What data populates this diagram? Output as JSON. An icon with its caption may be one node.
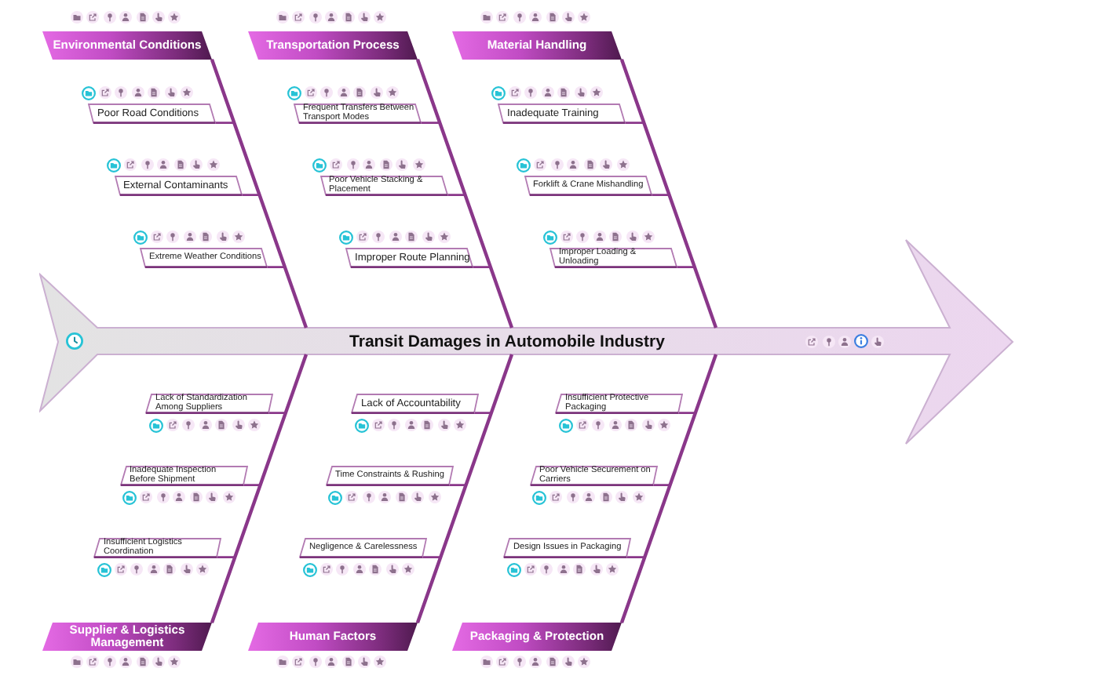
{
  "diagram": {
    "nodes": [
      {
        "text": [
          "Environmental Conditions"
        ]
      },
      {
        "text": [
          "Poor Road Conditions"
        ]
      },
      {
        "text": [
          "External Contaminants"
        ]
      },
      {
        "text": [
          "Extreme Weather Conditions"
        ]
      },
      {
        "text": [
          "Transportation Process"
        ]
      },
      {
        "text": [
          "Frequent Transfers Between Transport Modes"
        ]
      },
      {
        "text": [
          "Poor Vehicle Stacking & Placement"
        ]
      },
      {
        "text": [
          "Improper Route Planning"
        ]
      },
      {
        "text": [
          "Material Handling"
        ]
      },
      {
        "text": [
          "Inadequate Training"
        ]
      },
      {
        "text": [
          "Forklift & Crane Mishandling"
        ]
      },
      {
        "text": [
          "Improper Loading & Unloading"
        ]
      },
      {
        "text": [
          "Transit Damages in Automobile Industry"
        ]
      },
      {
        "text": [
          "Supplier & Logistics Management"
        ]
      },
      {
        "text": [
          "Lack of Standardization Among Suppliers"
        ]
      },
      {
        "text": [
          "Inadequate Inspection Before Shipment"
        ]
      },
      {
        "text": [
          "Insufficient Logistics Coordination"
        ]
      },
      {
        "text": [
          "Human Factors"
        ]
      },
      {
        "text": [
          "Lack of Accountability"
        ]
      },
      {
        "text": [
          "Time Constraints & Rushing"
        ]
      },
      {
        "text": [
          "Negligence & Carelessness"
        ]
      },
      {
        "text": [
          "Packaging & Protection"
        ]
      },
      {
        "text": [
          "Insufficient Protective Packaging"
        ]
      },
      {
        "text": [
          "Poor Vehicle Securement on Carriers"
        ]
      },
      {
        "text": [
          "Design Issues in Packaging"
        ]
      }
    ],
    "edges": [
      {
        "from": 0,
        "to": 12,
        "arrow": "none"
      },
      {
        "from": 1,
        "to": 0,
        "arrow": "none"
      },
      {
        "from": 2,
        "to": 0,
        "arrow": "none"
      },
      {
        "from": 3,
        "to": 0,
        "arrow": "none"
      },
      {
        "from": 4,
        "to": 12,
        "arrow": "none"
      },
      {
        "from": 5,
        "to": 4,
        "arrow": "none"
      },
      {
        "from": 6,
        "to": 4,
        "arrow": "none"
      },
      {
        "from": 7,
        "to": 4,
        "arrow": "none"
      },
      {
        "from": 8,
        "to": 12,
        "arrow": "none"
      },
      {
        "from": 9,
        "to": 8,
        "arrow": "none"
      },
      {
        "from": 10,
        "to": 8,
        "arrow": "none"
      },
      {
        "from": 11,
        "to": 8,
        "arrow": "none"
      },
      {
        "from": 13,
        "to": 12,
        "arrow": "none"
      },
      {
        "from": 14,
        "to": 13,
        "arrow": "none"
      },
      {
        "from": 15,
        "to": 13,
        "arrow": "none"
      },
      {
        "from": 16,
        "to": 13,
        "arrow": "none"
      },
      {
        "from": 17,
        "to": 12,
        "arrow": "none"
      },
      {
        "from": 18,
        "to": 17,
        "arrow": "none"
      },
      {
        "from": 19,
        "to": 17,
        "arrow": "none"
      },
      {
        "from": 20,
        "to": 17,
        "arrow": "none"
      },
      {
        "from": 21,
        "to": 12,
        "arrow": "none"
      },
      {
        "from": 22,
        "to": 21,
        "arrow": "none"
      },
      {
        "from": 23,
        "to": 21,
        "arrow": "none"
      },
      {
        "from": 24,
        "to": 21,
        "arrow": "none"
      }
    ]
  }
}
